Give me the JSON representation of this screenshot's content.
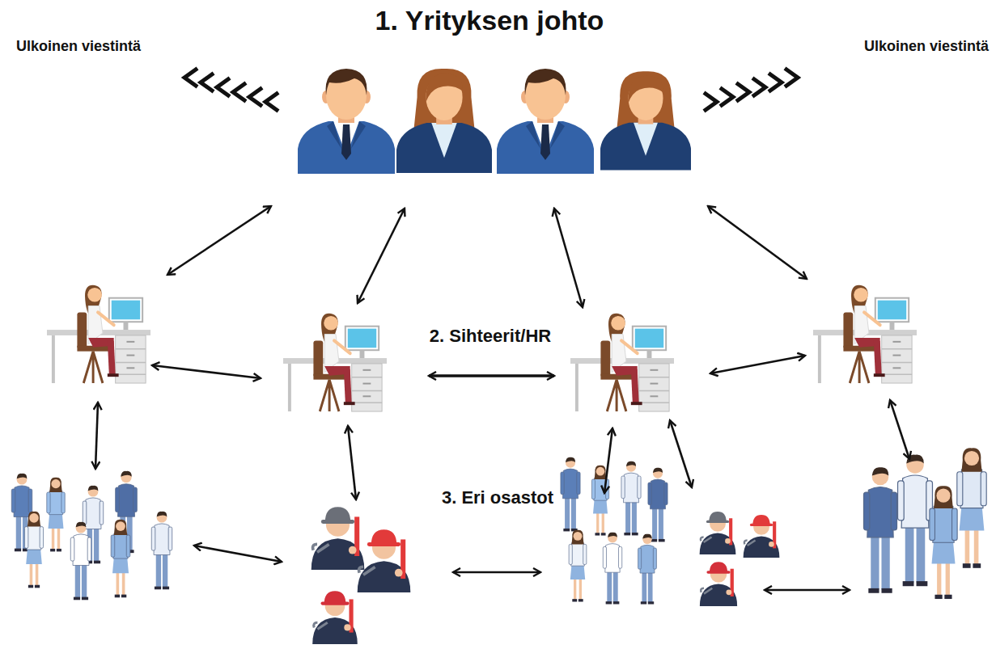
{
  "diagram": {
    "labels": [
      "1. Yrityksen johto",
      "Ulkoinen viestintä",
      "Ulkoinen viestintä",
      "2. Sihteerit/HR",
      "3. Eri osastot"
    ]
  }
}
